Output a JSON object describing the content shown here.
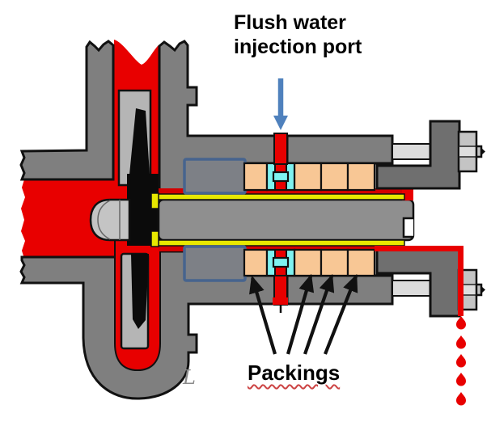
{
  "diagram": {
    "labels": {
      "flush_port": "Flush water\ninjection port",
      "packings": "Packings",
      "watermark": "L"
    },
    "packing_rings_count": 8,
    "packing_arrows_count": 4,
    "leak_drops_count": 5,
    "components": [
      "pump-casing",
      "impeller",
      "impeller-shroud",
      "impeller-nut",
      "shaft",
      "shaft-sleeve",
      "stuffing-box-housing",
      "flush-injection-port",
      "lantern-ring",
      "packing-rings",
      "throat-bushing-highlight",
      "gland-follower",
      "gland-stud",
      "gland-nut",
      "leakage-path",
      "leakage-drops"
    ],
    "colors": {
      "fluid_red": "#e80000",
      "film_red": "#d40000",
      "casing_gray": "#7f7f7f",
      "gland_gray": "#6f6f6f",
      "shaft_gray": "#8f8f8f",
      "shroud_gray": "#b5b5b5",
      "stud_gray": "#dcdcdc",
      "nut_gray": "#c4c4c4",
      "packing_orange": "#f8c795",
      "lantern_cyan": "#7ef2f0",
      "sleeve_yellow": "#e8e800",
      "highlight_fill": "#7d8086",
      "highlight_border_blue": "#47648e",
      "arrow_blue": "#4f81bd",
      "outline": "#111111",
      "watermark_gray": "#8a8a8a",
      "underline_red": "#cc4444"
    }
  }
}
